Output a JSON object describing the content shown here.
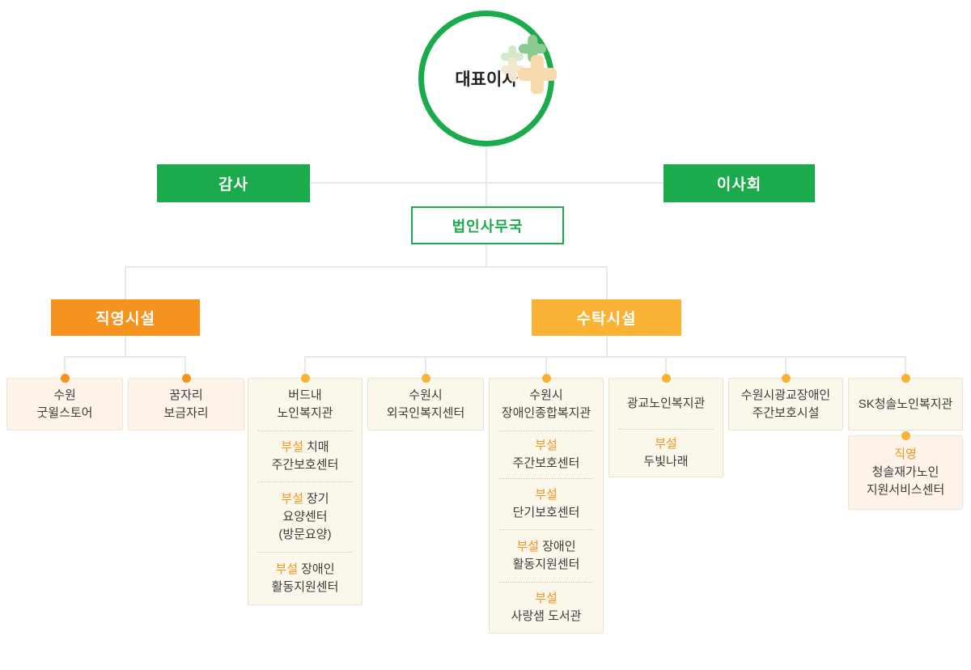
{
  "colors": {
    "green": "#1bab4d",
    "orange": "#f6921e",
    "amber": "#f9b233",
    "tag": "#f6951f"
  },
  "ceo": {
    "label": "대표이사"
  },
  "auditor": {
    "label": "감사"
  },
  "board": {
    "label": "이사회"
  },
  "office": {
    "label": "법인사무국"
  },
  "direct": {
    "label": "직영시설"
  },
  "entrusted": {
    "label": "수탁시설"
  },
  "direct_children": {
    "goodwill": {
      "line1": "수원",
      "line2": "굿윌스토어"
    },
    "nest": {
      "line1": "꿈자리",
      "line2": "보금자리"
    }
  },
  "entrusted_children": {
    "budnae": {
      "title1": "버드내",
      "title2": "노인복지관",
      "sub1": {
        "tag": "부설",
        "after": "치매",
        "line2": "주간보호센터"
      },
      "sub2": {
        "tag": "부설",
        "after": "장기",
        "line2": "요양센터",
        "line3": "(방문요양)"
      },
      "sub3": {
        "tag": "부설",
        "after": "장애인",
        "line2": "활동지원센터"
      }
    },
    "foreign": {
      "line1": "수원시",
      "line2": "외국인복지센터"
    },
    "disabled_complex": {
      "title1": "수원시",
      "title2": "장애인종합복지관",
      "sub1": {
        "tag": "부설",
        "line2": "주간보호센터"
      },
      "sub2": {
        "tag": "부설",
        "line2": "단기보호센터"
      },
      "sub3": {
        "tag": "부설",
        "after": "장애인",
        "line2": "활동지원센터"
      },
      "sub4": {
        "tag": "부설",
        "line2": "사랑샘 도서관"
      }
    },
    "gwanggyo_senior": {
      "title": "광교노인복지관",
      "sub1": {
        "tag": "부설",
        "line2": "두빛나래"
      }
    },
    "gwanggyo_daycare": {
      "line1": "수원시광교장애인",
      "line2": "주간보호시설"
    },
    "sk_chungsol": {
      "title": "SK청솔노인복지관",
      "sub": {
        "tag": "직영",
        "line2": "청솔재가노인",
        "line3": "지원서비스센터"
      }
    }
  }
}
